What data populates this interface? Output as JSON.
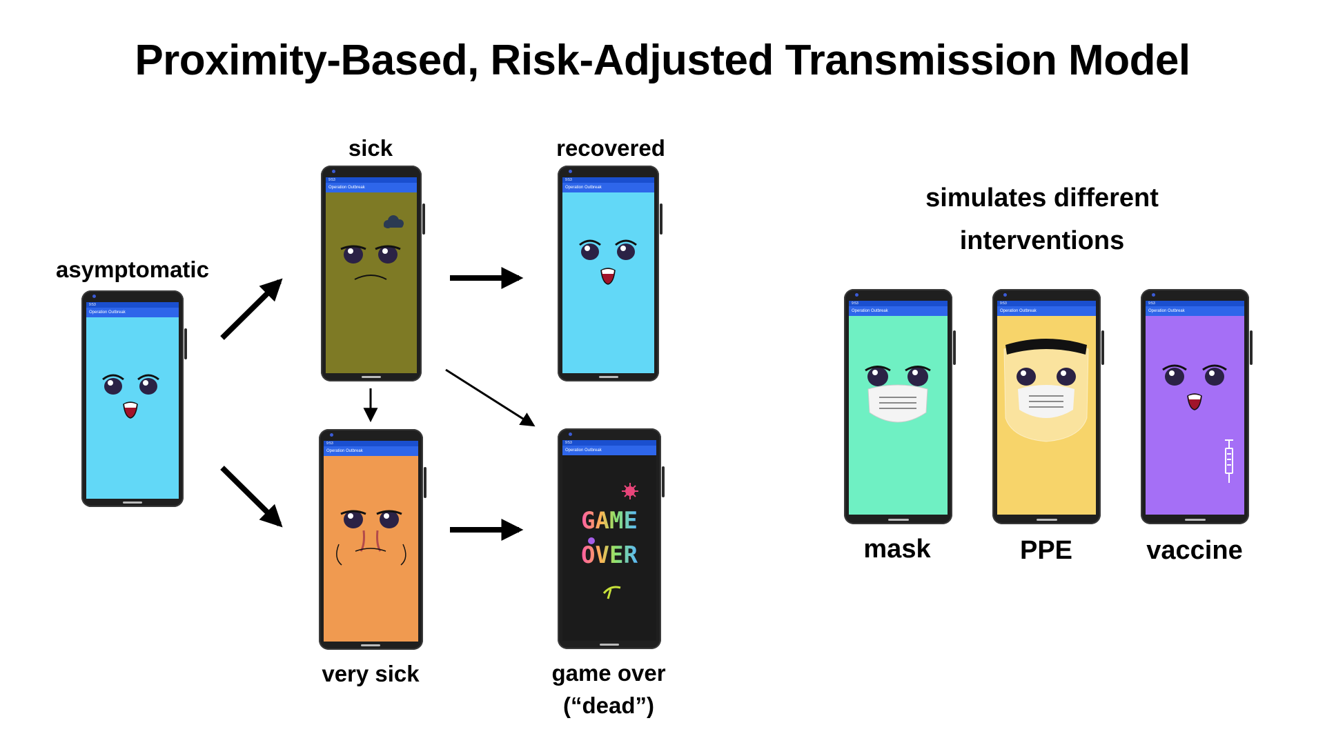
{
  "title": "Proximity-Based, Risk-Adjusted Transmission Model",
  "app_title": "Operation Outbreak",
  "status_time": "9:53",
  "states": {
    "asymptomatic": {
      "label": "asymptomatic",
      "color": "#62d8f7"
    },
    "sick": {
      "label": "sick",
      "color": "#7e7a25"
    },
    "recovered": {
      "label": "recovered",
      "color": "#62d8f7"
    },
    "very_sick": {
      "label": "very sick",
      "color": "#f09a50"
    },
    "game_over": {
      "label": "game over",
      "label2": "(“dead”)",
      "color": "#1b1b1b",
      "screen_text_1": "GAME",
      "screen_text_2": "OVER"
    }
  },
  "interventions": {
    "heading_1": "simulates different",
    "heading_2": "interventions",
    "mask": {
      "label": "mask",
      "color": "#6ff0c3"
    },
    "ppe": {
      "label": "PPE",
      "color": "#f7d46a"
    },
    "vaccine": {
      "label": "vaccine",
      "color": "#a56ff6"
    }
  }
}
